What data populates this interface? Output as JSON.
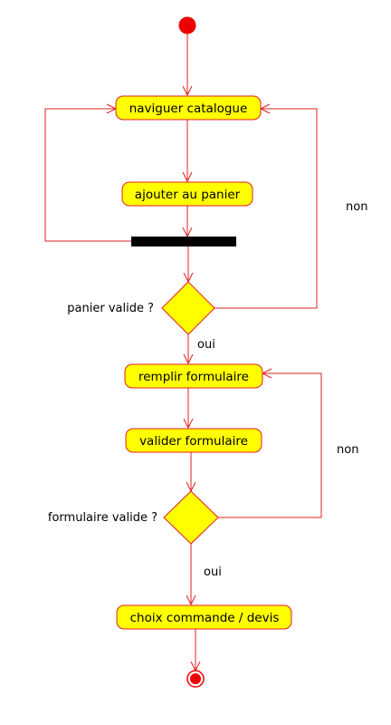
{
  "nodes": {
    "naviguer": "naviguer catalogue",
    "ajouter": "ajouter au panier",
    "remplir": "remplir formulaire",
    "valider": "valider formulaire",
    "choix": "choix commande / devis"
  },
  "guards": {
    "panier_valide": "panier valide ?",
    "formulaire_valide": "formulaire valide ?"
  },
  "edge_labels": {
    "panier_non": "non",
    "panier_oui": "oui",
    "formulaire_non": "non",
    "formulaire_oui": "oui"
  },
  "colors": {
    "fill": "#ffff00",
    "stroke": "#e02020",
    "start": "#ee0000",
    "bar": "#000000"
  }
}
